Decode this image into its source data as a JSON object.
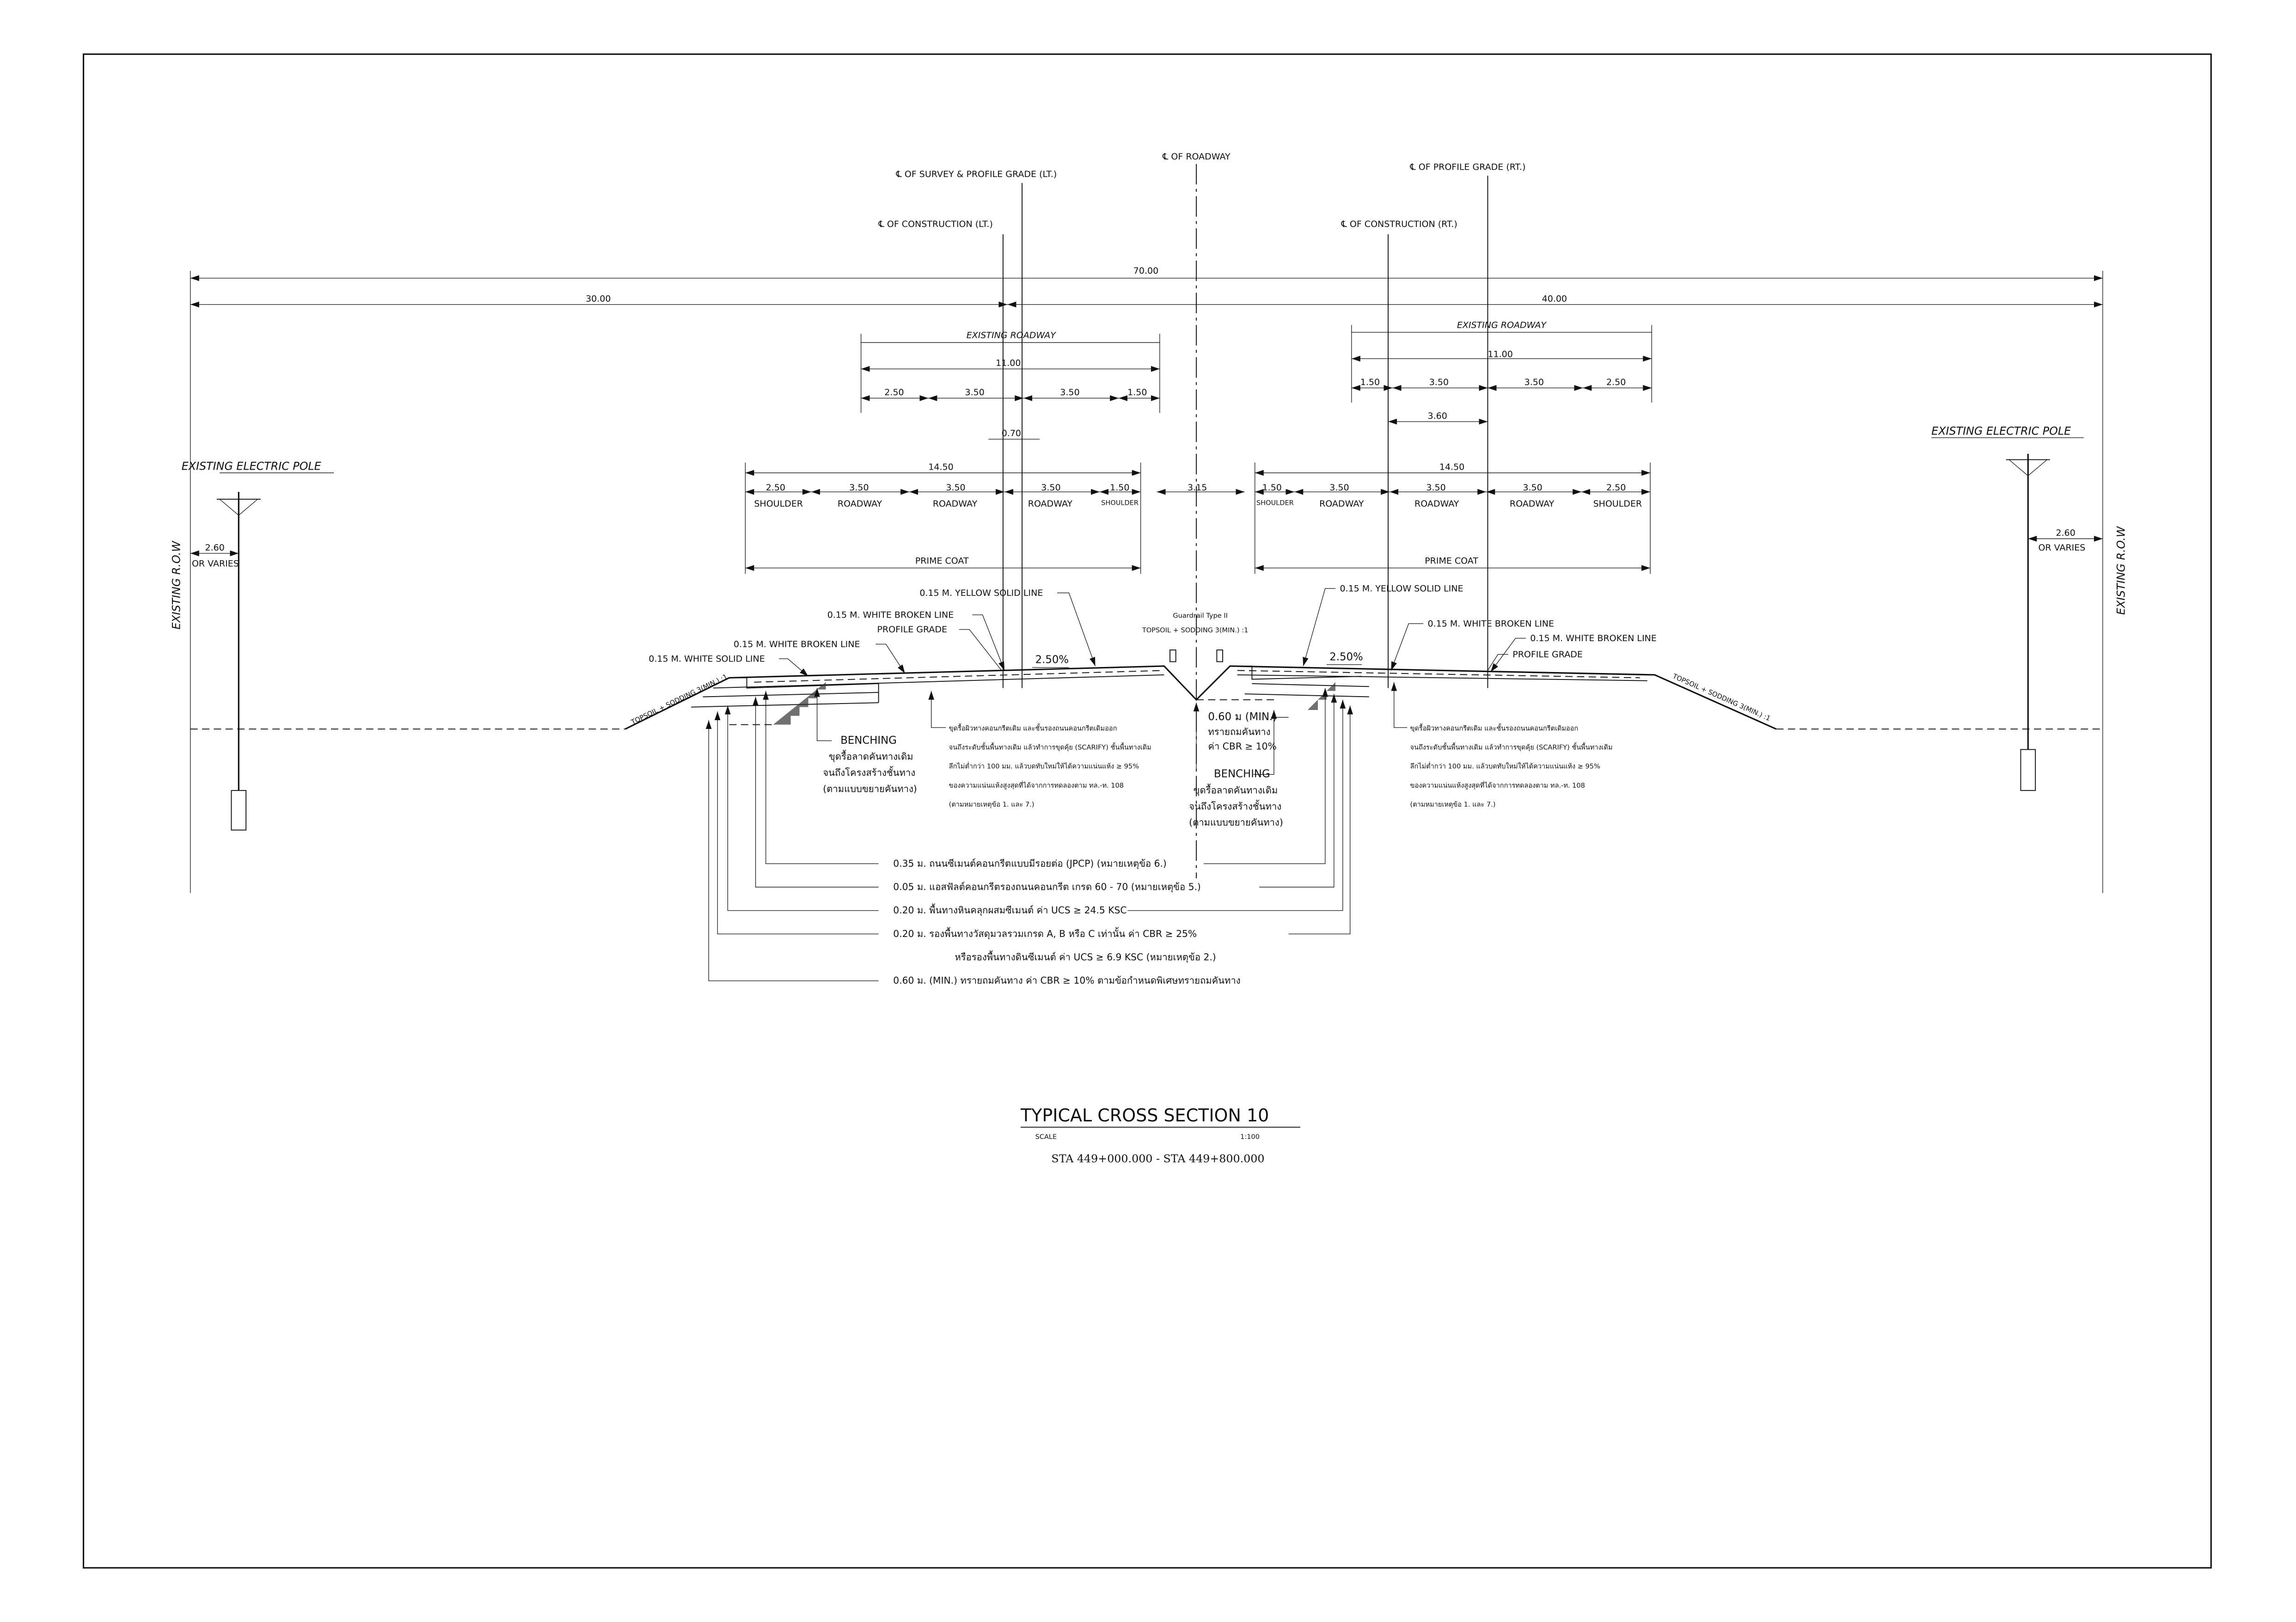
{
  "centerlines": {
    "survey_lt": "℄ OF SURVEY & PROFILE GRADE (LT.)",
    "roadway": "℄ OF ROADWAY",
    "profile_rt": "℄ OF PROFILE GRADE (RT.)",
    "construction_lt": "℄ OF CONSTRUCTION (LT.)",
    "construction_rt": "℄ OF CONSTRUCTION (RT.)"
  },
  "overall_dims": {
    "total": "70.00",
    "left": "30.00",
    "right": "40.00"
  },
  "existing_lt": {
    "label": "EXISTING ROADWAY",
    "total": "11.00",
    "parts": [
      "2.50",
      "3.50",
      "3.50",
      "1.50"
    ],
    "offset": "0.70"
  },
  "existing_rt": {
    "label": "EXISTING ROADWAY",
    "total": "11.00",
    "parts": [
      "1.50",
      "3.50",
      "3.50",
      "2.50"
    ],
    "offset": "3.60"
  },
  "new_lt": {
    "total": "14.50",
    "parts": [
      "2.50",
      "3.50",
      "3.50",
      "3.50",
      "1.50"
    ],
    "labels": [
      "SHOULDER",
      "ROADWAY",
      "ROADWAY",
      "ROADWAY",
      "SHOULDER"
    ],
    "prime_coat": "PRIME COAT"
  },
  "median": "3.15",
  "new_rt": {
    "total": "14.50",
    "parts": [
      "1.50",
      "3.50",
      "3.50",
      "3.50",
      "2.50"
    ],
    "labels": [
      "SHOULDER",
      "ROADWAY",
      "ROADWAY",
      "ROADWAY",
      "SHOULDER"
    ],
    "prime_coat": "PRIME COAT"
  },
  "poles": {
    "label": "EXISTING ELECTRIC POLE",
    "dim": "2.60",
    "or_varies": "OR VARIES",
    "row": "EXISTING R.O.W"
  },
  "callouts_lt": {
    "yellow": "0.15 M. YELLOW SOLID LINE",
    "white_broken_1": "0.15 M. WHITE BROKEN LINE",
    "profile": "PROFILE GRADE",
    "white_broken_2": "0.15 M. WHITE BROKEN LINE",
    "white_solid": "0.15 M. WHITE SOLID LINE",
    "slope": "2.50%",
    "topsoil": "TOPSOIL + SODDING 3(MIN.) :1"
  },
  "callouts_rt": {
    "yellow": "0.15 M. YELLOW SOLID LINE",
    "white_broken_1": "0.15 M. WHITE BROKEN LINE",
    "white_broken_2": "0.15 M. WHITE BROKEN LINE",
    "profile": "PROFILE GRADE",
    "slope": "2.50%",
    "topsoil": "TOPSOIL + SODDING 3(MIN.) :1"
  },
  "median_notes": {
    "guardrail": "Guardrail Type II",
    "topsoil": "TOPSOIL + SODDING 3(MIN.) :1",
    "fill_1": "0.60 ม (MIN.)",
    "fill_2": "ทรายถมคันทาง",
    "fill_3": "ค่า CBR ≥ 10%"
  },
  "benching": {
    "label": "BENCHING",
    "lines": [
      "ขุดรื้อลาดคันทางเดิม",
      "จนถึงโครงสร้างชั้นทาง",
      "(ตามแบบขยายคันทาง)"
    ]
  },
  "scarify_note": [
    "ขุดรื้อผิวทางคอนกรีตเดิม และชั้นรองถนนคอนกรีตเดิมออก",
    "จนถึงระดับชั้นพื้นทางเดิม แล้วทำการขุดคุ้ย (SCARIFY) ชั้นพื้นทางเดิม",
    "ลึกไม่ต่ำกว่า 100 มม. แล้วบดทับใหม่ให้ได้ความแน่นแห้ง ≥ 95%",
    "ของความแน่นแห้งสูงสุดที่ได้จากการทดลองตาม ทล.-ท. 108",
    "(ตามหมายเหตุข้อ 1. และ 7.)"
  ],
  "layers": [
    "0.35 ม. ถนนซีเมนต์คอนกรีตแบบมีรอยต่อ (JPCP) (หมายเหตุข้อ 6.)",
    "0.05 ม. แอสฟัลต์คอนกรีตรองถนนคอนกรีต เกรด 60 - 70 (หมายเหตุข้อ 5.)",
    "0.20 ม. พื้นทางหินคลุกผสมซีเมนต์ ค่า UCS ≥ 24.5 KSC",
    "0.20 ม. รองพื้นทางวัสดุมวลรวมเกรด A, B หรือ C เท่านั้น ค่า CBR ≥ 25%",
    "หรือรองพื้นทางดินซีเมนต์ ค่า UCS ≥ 6.9 KSC (หมายเหตุข้อ 2.)",
    "0.60 ม. (MIN.) ทรายถมคันทาง ค่า CBR ≥ 10% ตามข้อกำหนดพิเศษทรายถมคันทาง"
  ],
  "title": {
    "main": "TYPICAL CROSS SECTION 10",
    "scale_label": "SCALE",
    "scale": "1:100",
    "station": "STA  449+000.000 - STA 449+800.000"
  }
}
